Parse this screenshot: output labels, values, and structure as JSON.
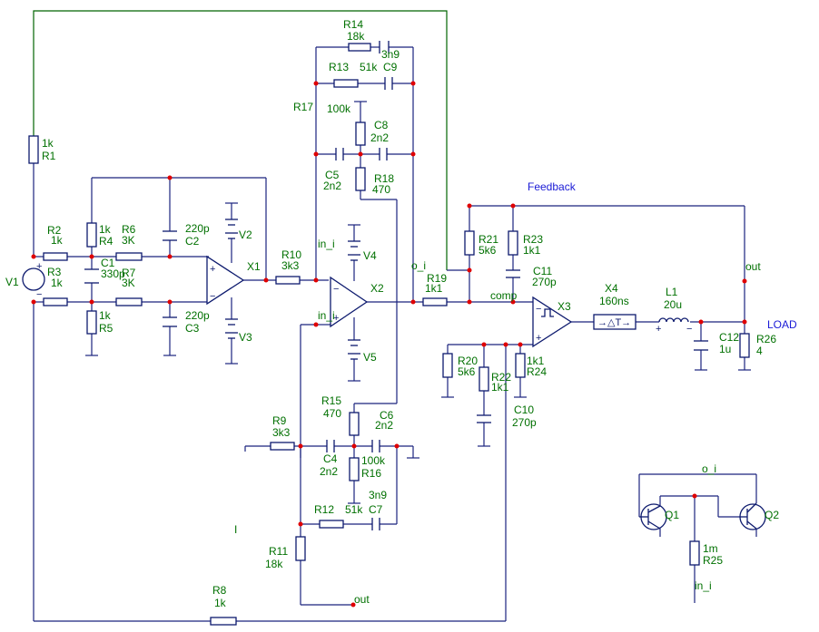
{
  "labels": {
    "R1": "R1",
    "R1v": "1k",
    "R2": "R2",
    "R2v": "1k",
    "R3": "R3",
    "R3v": "1k",
    "R4": "R4",
    "R4v": "1k",
    "R5": "R5",
    "R5v": "1k",
    "R6": "R6",
    "R6v": "3K",
    "R7": "R7",
    "R7v": "3K",
    "R8": "R8",
    "R8v": "1k",
    "R9": "R9",
    "R9v": "3k3",
    "R10": "R10",
    "R10v": "3k3",
    "R11": "R11",
    "R11v": "18k",
    "R12": "R12",
    "R12v": "51k",
    "R13": "R13",
    "R13v": "51k",
    "R14": "R14",
    "R14v": "18k",
    "R15": "R15",
    "R15v": "470",
    "R16": "R16",
    "R16v": "100k",
    "R17": "R17",
    "R17v": "100k",
    "R18": "R18",
    "R18v": "470",
    "R19": "R19",
    "R19v": "1k1",
    "R20": "R20",
    "R20v": "5k6",
    "R21": "R21",
    "R21v": "5k6",
    "R22": "R22",
    "R22v": "1k1",
    "R23": "R23",
    "R23v": "1k1",
    "R24": "R24",
    "R24v": "1k1",
    "R25": "R25",
    "R25v": "1m",
    "R26": "R26",
    "R26v": "4",
    "C1": "C1",
    "C1v": "330p",
    "C2": "C2",
    "C2v": "220p",
    "C3": "C3",
    "C3v": "220p",
    "C4": "C4",
    "C4v": "2n2",
    "C5": "C5",
    "C5v": "2n2",
    "C6": "C6",
    "C6v": "2n2",
    "C7": "C7",
    "C7v": "3n9",
    "C8": "C8",
    "C8v": "2n2",
    "C9": "C9",
    "C9v": "3n9",
    "C10": "C10",
    "C10v": "270p",
    "C11": "C11",
    "C11v": "270p",
    "C12": "C12",
    "C12v": "1u",
    "X1": "X1",
    "X2": "X2",
    "X3": "X3",
    "X4": "X4",
    "X4v": "160ns",
    "L1": "L1",
    "L1v": "20u",
    "V1": "V1",
    "V2": "V2",
    "V3": "V3",
    "V4": "V4",
    "V5": "V5",
    "Q1": "Q1",
    "Q2": "Q2",
    "net_in_i": "in_i",
    "net_o_i": "o_i",
    "net_out": "out",
    "net_comp": "comp",
    "feedback": "Feedback",
    "load": "LOAD",
    "stray_mark": "I"
  },
  "colors": {
    "wire": "#1a237e",
    "loop_wire": "#006400",
    "junction": "#e00000",
    "component_label": "#007000",
    "annotation": "#1a1ad6"
  }
}
